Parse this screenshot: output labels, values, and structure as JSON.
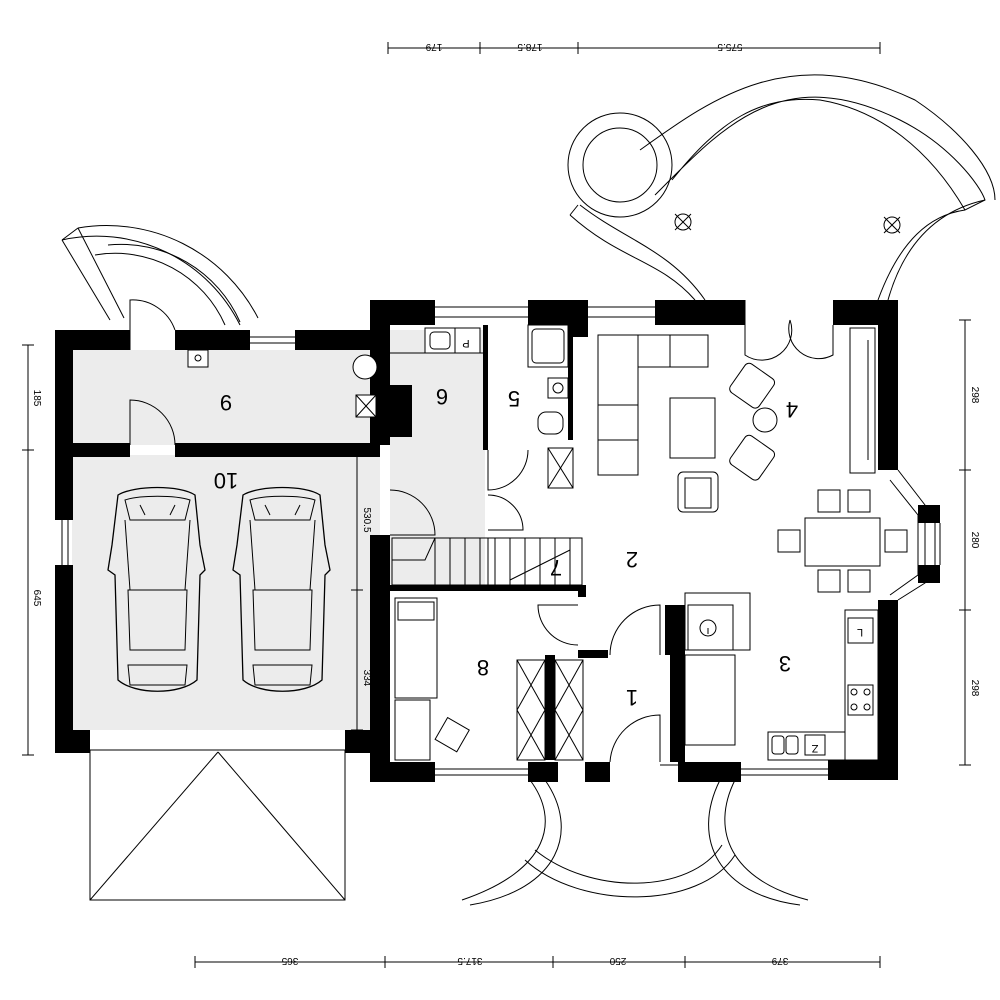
{
  "rooms": [
    "1",
    "2",
    "3",
    "4",
    "5",
    "6",
    "7",
    "8",
    "9",
    "10"
  ],
  "dimensions": {
    "top": [
      "179",
      "178.5",
      "575.5"
    ],
    "bottom": [
      "365",
      "317.5",
      "250",
      "379"
    ],
    "right": [
      "298",
      "280",
      "298"
    ],
    "left": [
      "185",
      "645"
    ],
    "inner": [
      "530.5",
      "334"
    ]
  },
  "fixtures": {
    "pantry_mark": "P",
    "fridge_mark": "L",
    "sink_mark": "Z"
  }
}
